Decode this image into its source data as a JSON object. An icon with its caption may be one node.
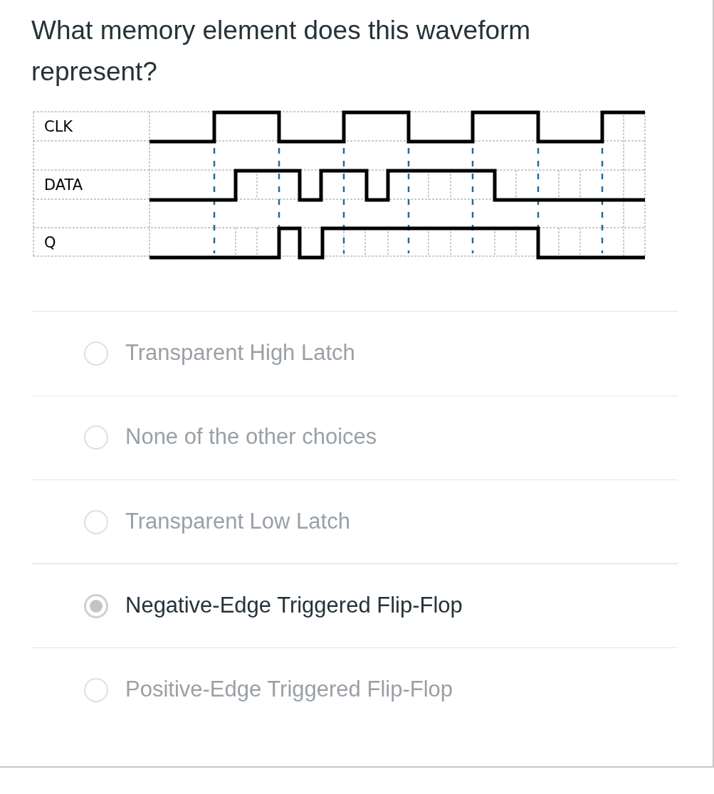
{
  "diagram": {
    "title": "What memory element does this waveform represent?",
    "labels": [
      "CLK",
      "DATA",
      "Q",
      "Transparent High Latch",
      "None of the other choices",
      "Transparent Low Latch",
      "Negative-Edge Triggered Flip-Flop",
      "Positive-Edge Triggered Flip-Flop"
    ]
  }
}
